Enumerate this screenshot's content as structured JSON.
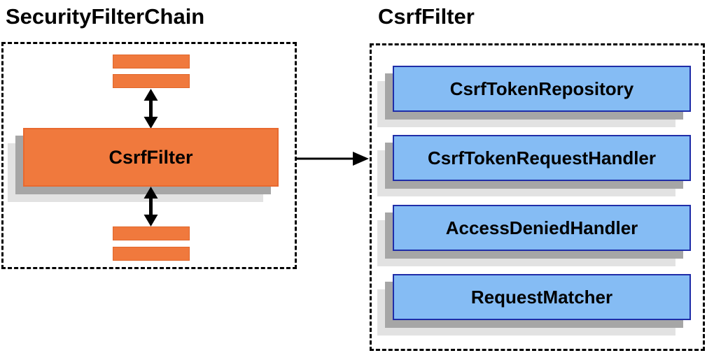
{
  "diagram": {
    "left_panel": {
      "title": "SecurityFilterChain",
      "main_box_label": "CsrfFilter"
    },
    "right_panel": {
      "title": "CsrfFilter",
      "components": [
        "CsrfTokenRepository",
        "CsrfTokenRequestHandler",
        "AccessDeniedHandler",
        "RequestMatcher"
      ]
    },
    "colors": {
      "orange_fill": "#F0793D",
      "orange_border": "#E8692F",
      "blue_fill": "#85BCF4",
      "blue_border": "#1F2DA8",
      "shadow_dark": "#A6A6A6",
      "shadow_light": "#E2E2E2",
      "dashed_border": "#000000",
      "arrow": "#000000",
      "text": "#000000"
    }
  }
}
